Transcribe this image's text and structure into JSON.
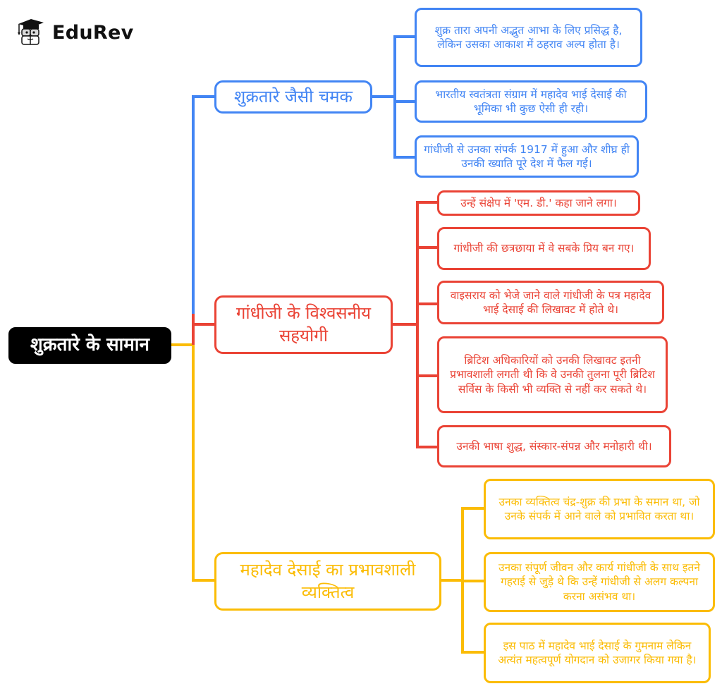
{
  "brand": {
    "name": "EduRev",
    "icon": "graduation-cap-book-mascot-icon"
  },
  "colors": {
    "blue": "#4285f4",
    "red": "#ea4335",
    "yellow": "#fbbc05",
    "root": "#000000"
  },
  "root": {
    "label": "शुक्रतारे के सामान"
  },
  "branches": [
    {
      "label": "शुक्रतारे जैसी चमक",
      "color": "blue",
      "children": [
        "शुक्र तारा अपनी अद्भुत आभा के लिए प्रसिद्ध है, लेकिन उसका आकाश में ठहराव अल्प होता है।",
        "भारतीय स्वतंत्रता संग्राम में महादेव भाई देसाई की भूमिका भी कुछ ऐसी ही रही।",
        "गांधीजी से उनका संपर्क 1917 में हुआ और शीघ्र ही उनकी ख्याति पूरे देश में फैल गई।"
      ]
    },
    {
      "label": "गांधीजी के विश्वसनीय सहयोगी",
      "color": "red",
      "children": [
        "उन्हें संक्षेप में 'एम. डी.' कहा जाने लगा।",
        "गांधीजी की छत्रछाया में वे सबके प्रिय बन गए।",
        "वाइसराय को भेजे जाने वाले गांधीजी के पत्र महादेव भाई देसाई की लिखावट में होते थे।",
        "ब्रिटिश अधिकारियों को उनकी लिखावट इतनी प्रभावशाली लगती थी कि वे उनकी तुलना पूरी ब्रिटिश सर्विस के किसी भी व्यक्ति से नहीं कर सकते थे।",
        "उनकी भाषा शुद्ध, संस्कार-संपन्न और मनोहारी थी।"
      ]
    },
    {
      "label": "महादेव देसाई का प्रभावशाली व्यक्तित्व",
      "color": "yellow",
      "children": [
        "उनका व्यक्तित्व चंद्र-शुक्र की प्रभा के समान था, जो उनके संपर्क में आने वाले को प्रभावित करता था।",
        "उनका संपूर्ण जीवन और कार्य गांधीजी के साथ इतने गहराई से जुड़े थे कि उन्हें गांधीजी से अलग कल्पना करना असंभव था।",
        "इस पाठ में महादेव भाई देसाई के गुमनाम लेकिन अत्यंत महत्वपूर्ण योगदान को उजागर किया गया है।"
      ]
    }
  ]
}
